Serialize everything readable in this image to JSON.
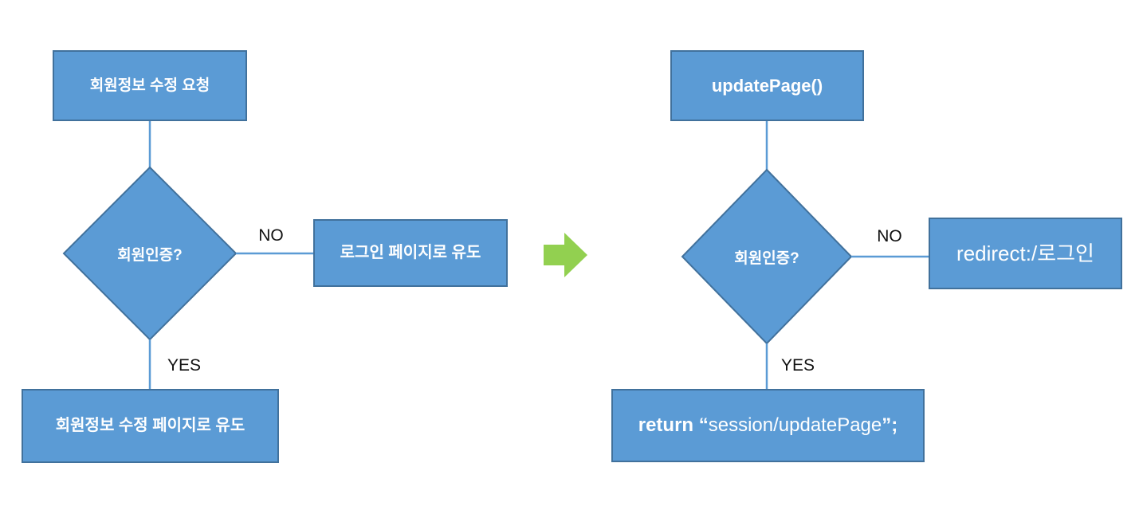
{
  "diagram": {
    "type": "flowchart-comparison",
    "left_flow": {
      "start_box": "회원정보 수정 요청",
      "decision_diamond": "회원인증?",
      "no_label": "NO",
      "no_result_box": "로그인 페이지로 유도",
      "yes_label": "YES",
      "yes_result_box": "회원정보 수정 페이지로 유도"
    },
    "transform_arrow": {
      "direction": "right",
      "color": "#92D050"
    },
    "right_flow": {
      "start_box": "updatePage()",
      "decision_diamond": "회원인증?",
      "no_label": "NO",
      "no_result_box": "redirect:/로그인",
      "yes_result_keyword": "return “",
      "yes_result_value": "session/updatePage",
      "yes_result_terminator": "”;",
      "yes_label": "YES"
    },
    "colors": {
      "node_fill": "#5B9BD5",
      "node_border": "#41719C",
      "connector": "#5B9BD5",
      "arrow_green": "#92D050",
      "node_text": "#FFFFFF",
      "edge_label_text": "#111111"
    }
  }
}
